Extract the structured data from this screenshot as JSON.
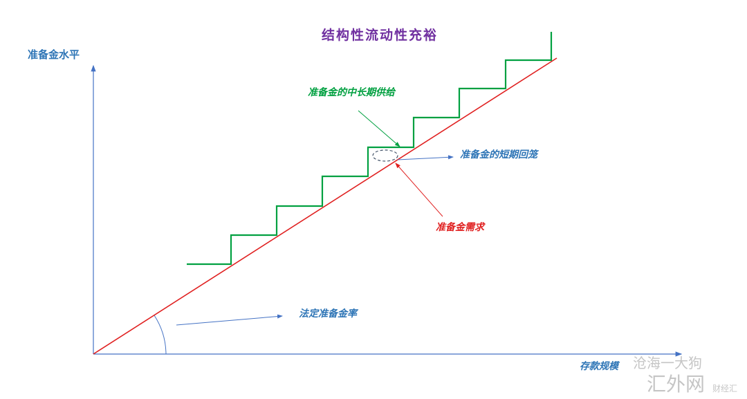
{
  "title": "结构性流动性充裕",
  "y_axis_label": "准备金水平",
  "x_axis_label": "存款规模",
  "labels": {
    "supply": "准备金的中长期供给",
    "short_term": "准备金的短期回笼",
    "demand": "准备金需求",
    "reserve_ratio": "法定准备金率"
  },
  "watermark": {
    "line1": "沧海一大狗",
    "line2": "汇外网",
    "line3": "财经汇"
  },
  "colors": {
    "title": "#7030a0",
    "axis": "#4472c4",
    "supply": "#00a040",
    "demand": "#e02020",
    "label_blue": "#2e75b6"
  }
}
